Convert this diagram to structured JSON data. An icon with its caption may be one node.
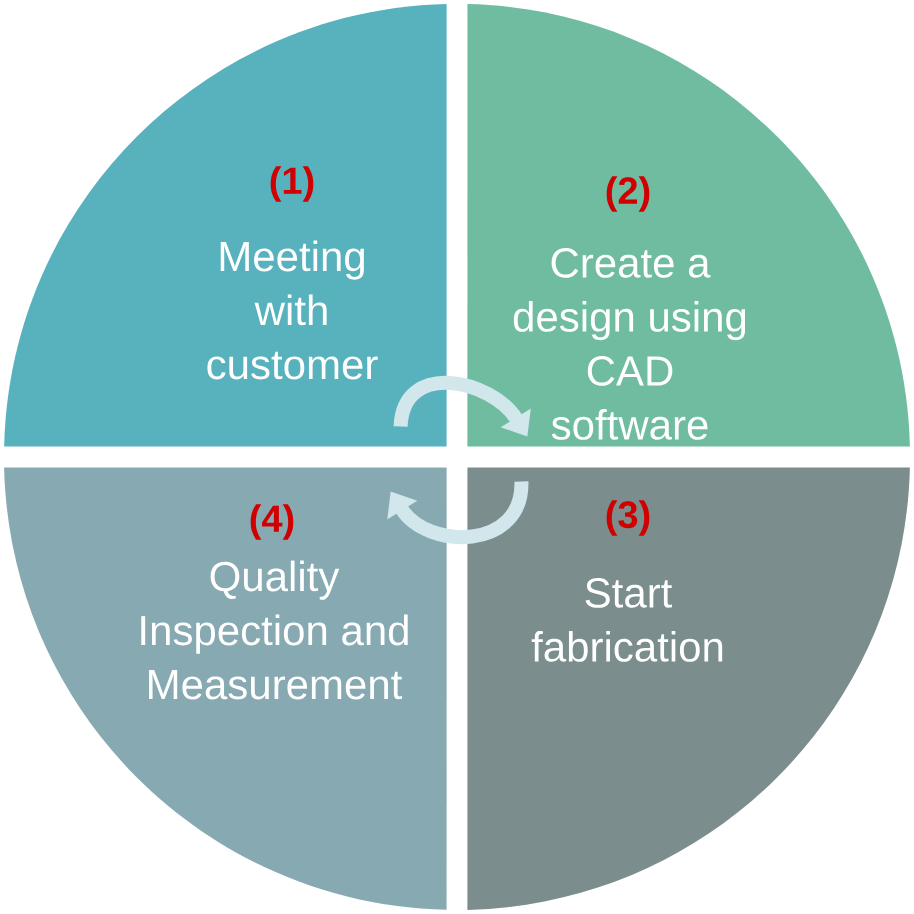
{
  "diagram": {
    "nodes": [
      {
        "text": [
          "(1)",
          "Meeting with customer"
        ]
      },
      {
        "text": [
          "(2)",
          "Create a design using CAD software"
        ]
      },
      {
        "text": [
          "(4)",
          "Quality Inspection and Measurement"
        ]
      },
      {
        "text": [
          "(3)",
          "Start fabrication"
        ]
      }
    ],
    "edges": [
      {
        "from": 0,
        "to": 1,
        "arrow": "to"
      },
      {
        "from": 3,
        "to": 2,
        "arrow": "to"
      }
    ]
  }
}
